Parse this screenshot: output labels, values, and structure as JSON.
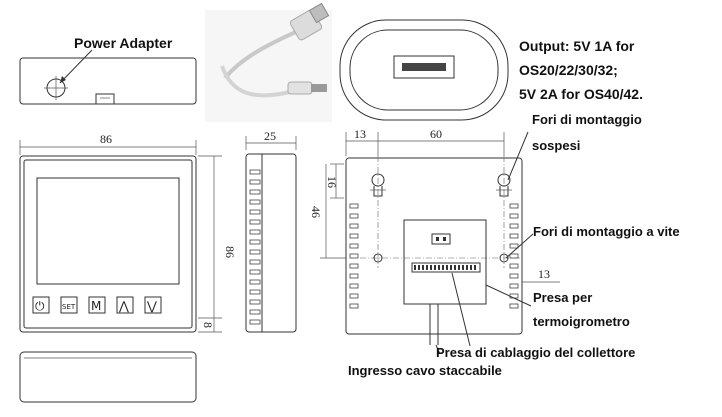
{
  "labels": {
    "power_adapter": "Power Adapter",
    "output_line1": "Output: 5V 1A for",
    "output_line2": "OS20/22/30/32;",
    "output_line3": "5V 2A for OS40/42.",
    "fori_sospesi_1": "Fori di montaggio",
    "fori_sospesi_2": "sospesi",
    "fori_vite": "Fori di montaggio a vite",
    "presa_termo_1": "Presa per",
    "presa_termo_2": "termoigrometro",
    "presa_collettore": "Presa di cablaggio del collettore",
    "ingresso_cavo": "Ingresso cavo staccabile"
  },
  "dimensions": {
    "front_width": "86",
    "front_height": "86",
    "front_bottom": "8",
    "side_depth": "25",
    "back_left": "13",
    "back_spacing": "60",
    "back_hole_top": "16",
    "back_hole_vertical": "46",
    "back_side": "13"
  },
  "buttons": {
    "power": "⏻",
    "set": "SET",
    "mode": "M",
    "up": "⋀",
    "down": "⋁"
  },
  "colors": {
    "line": "#333333",
    "text": "#111111",
    "background": "#ffffff"
  }
}
